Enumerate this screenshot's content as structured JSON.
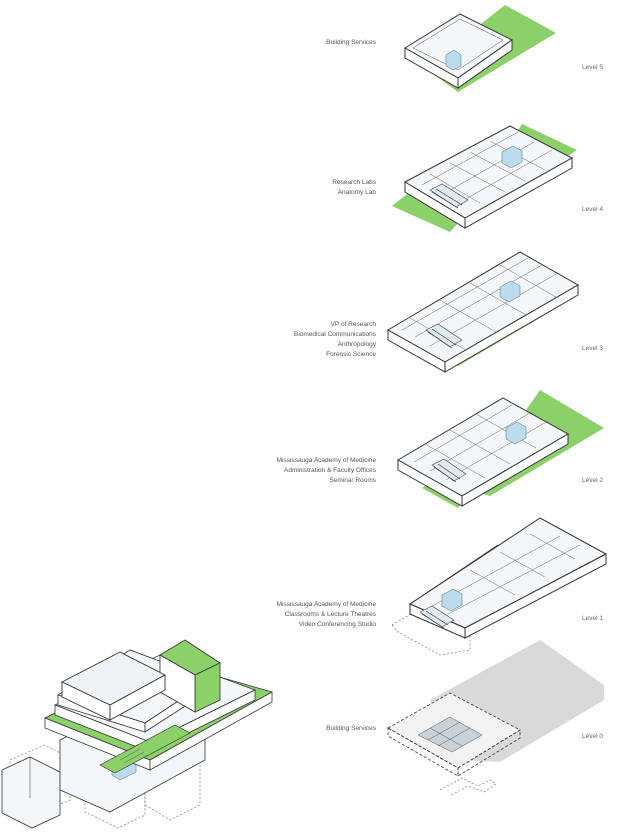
{
  "levels": [
    {
      "level": "Level 5",
      "programs": [
        "Building Services"
      ]
    },
    {
      "level": "Level 4",
      "programs": [
        "Research Labs",
        "Anatomy Lab"
      ]
    },
    {
      "level": "Level 3",
      "programs": [
        "VP of Research",
        "Biomedical Communications",
        "Anthropology",
        "Forensic Science"
      ]
    },
    {
      "level": "Level 2",
      "programs": [
        "Mississauga Academy of Medicine",
        "Administration & Faculty Offices",
        "Seminar Rooms"
      ]
    },
    {
      "level": "Level 1",
      "programs": [
        "Mississauga Academy of Medicine",
        "Classrooms & Lecture Theatres",
        "Video Conferencing Studio"
      ]
    },
    {
      "level": "Level 0",
      "programs": [
        "Building Services"
      ]
    }
  ],
  "colors": {
    "green": "#8cd06a",
    "outline": "#333333",
    "glass": "#f4f7f9",
    "blue": "#bcdcee",
    "shadow": "#d9d9d9"
  }
}
